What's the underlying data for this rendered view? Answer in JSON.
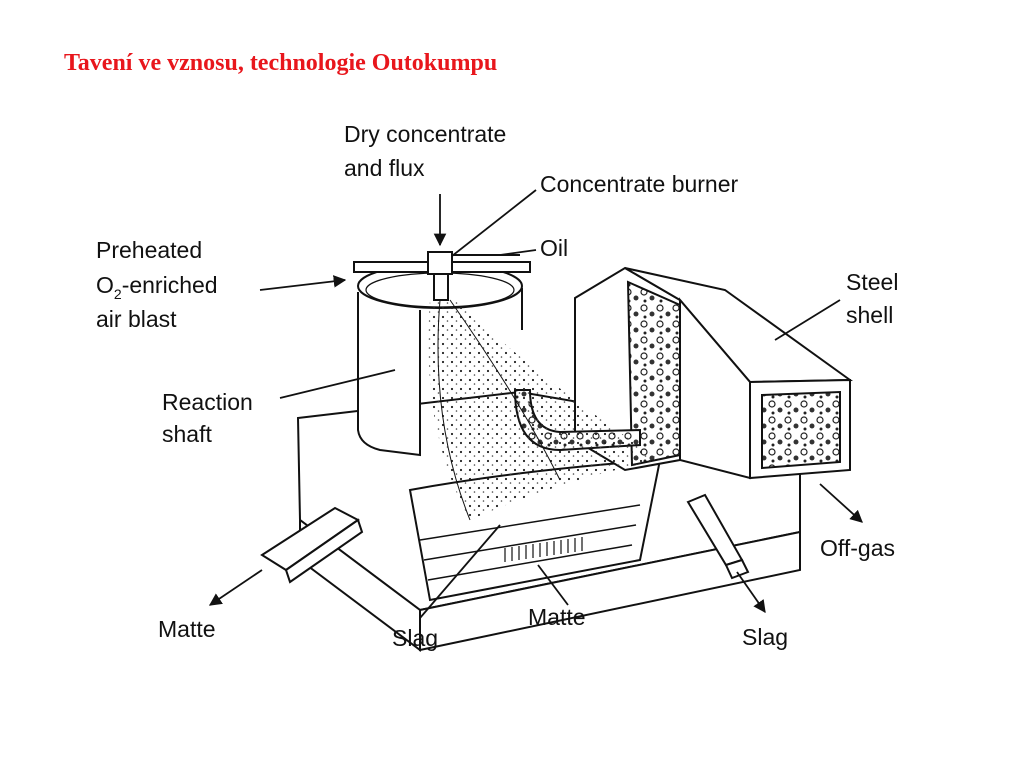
{
  "title": "Tavení ve vznosu, technologie Outokumpu",
  "labels": {
    "dry_concentrate_1": "Dry concentrate",
    "dry_concentrate_2": "and flux",
    "concentrate_burner": "Concentrate burner",
    "oil": "Oil",
    "preheated": "Preheated",
    "o2_o": "O",
    "o2_sub": "2",
    "o2_rest": "-enriched",
    "air_blast": "air blast",
    "reaction_1": "Reaction",
    "reaction_2": "shaft",
    "steel_1": "Steel",
    "steel_2": "shell",
    "off_gas": "Off-gas",
    "matte_left": "Matte",
    "slag_center": "Slag",
    "matte_center": "Matte",
    "slag_right": "Slag"
  },
  "colors": {
    "title": "#e8161c",
    "ink": "#111111"
  }
}
